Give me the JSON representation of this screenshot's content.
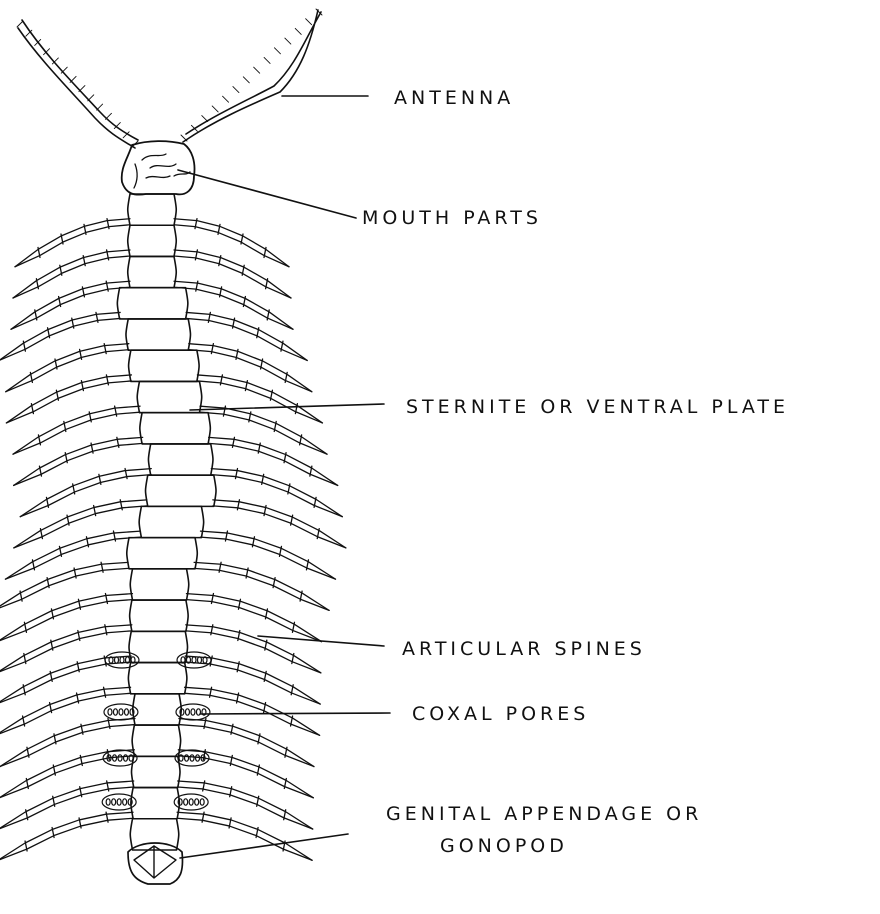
{
  "labels": {
    "antenna": "ANTENNA",
    "mouth_parts": "MOUTH PARTS",
    "sternite": "STERNITE OR VENTRAL PLATE",
    "articular_spines": "ARTICULAR SPINES",
    "coxal_pores": "COXAL PORES",
    "genital_line1": "GENITAL APPENDAGE OR",
    "genital_line2": "GONOPOD"
  }
}
